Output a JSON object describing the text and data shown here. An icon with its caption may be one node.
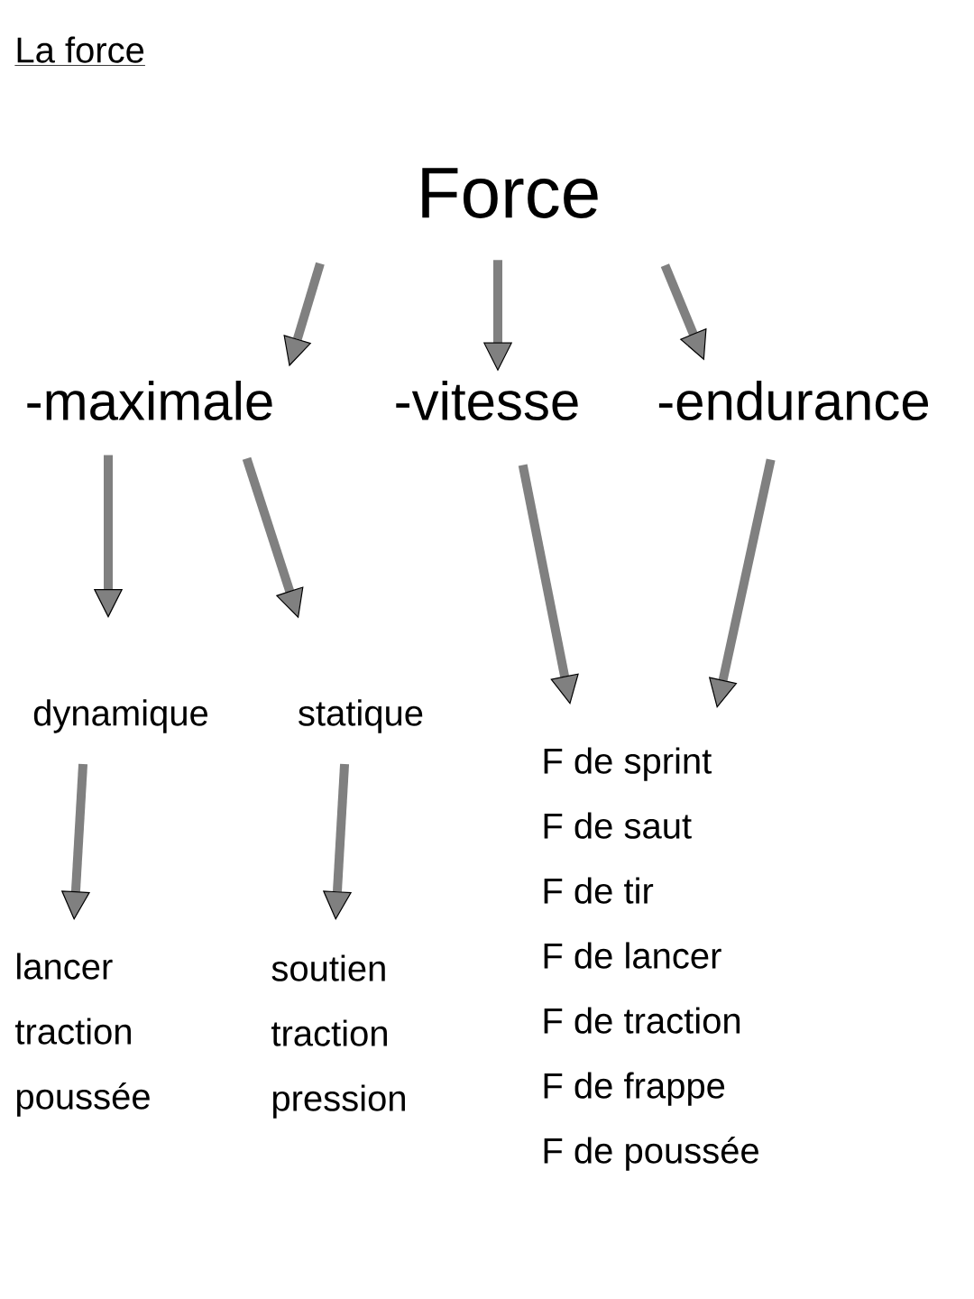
{
  "diagram": {
    "nodes": [
      {
        "text": [
          "Force"
        ]
      },
      {
        "text": [
          "-maximale"
        ]
      },
      {
        "text": [
          "-vitesse"
        ]
      },
      {
        "text": [
          "-endurance"
        ]
      },
      {
        "text": [
          "dynamique"
        ]
      },
      {
        "text": [
          "statique"
        ]
      },
      {
        "text": [
          "lancer",
          "traction",
          "poussée"
        ]
      },
      {
        "text": [
          "soutien",
          "traction",
          "pression"
        ]
      },
      {
        "text": [
          "F de sprint",
          "F de saut",
          "F de tir",
          "F de lancer",
          "F de traction",
          "F de frappe",
          "F de poussée"
        ]
      }
    ],
    "edges": [
      {
        "from": 0,
        "to": 1,
        "arrow": "to"
      },
      {
        "from": 0,
        "to": 2,
        "arrow": "to"
      },
      {
        "from": 0,
        "to": 3,
        "arrow": "to"
      },
      {
        "from": 1,
        "to": 4,
        "arrow": "to"
      },
      {
        "from": 1,
        "to": 5,
        "arrow": "to"
      },
      {
        "from": 2,
        "to": 8,
        "arrow": "to"
      },
      {
        "from": 3,
        "to": 8,
        "arrow": "to"
      },
      {
        "from": 4,
        "to": 6,
        "arrow": "to"
      },
      {
        "from": 5,
        "to": 7,
        "arrow": "to"
      }
    ],
    "labels": [
      "La force"
    ]
  }
}
